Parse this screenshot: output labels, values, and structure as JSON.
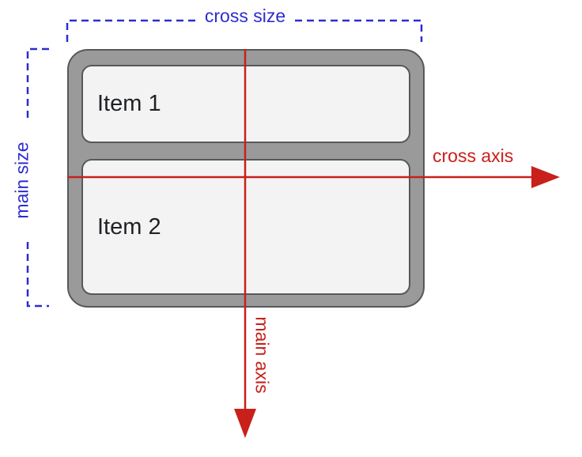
{
  "diagram_title": "flexbox-column-axes",
  "labels": {
    "cross_size": "cross size",
    "main_size": "main size",
    "cross_axis": "cross axis",
    "main_axis": "main axis"
  },
  "items": [
    {
      "label": "Item 1"
    },
    {
      "label": "Item 2"
    }
  ],
  "colors": {
    "size_annotation": "#2d2dcf",
    "axis_annotation": "#c8201b",
    "container_fill": "#9a9a9a",
    "container_border": "#56585a",
    "item_fill": "#f3f3f3",
    "item_border": "#56585a",
    "item_text": "#1f2124",
    "background": "#ffffff"
  }
}
